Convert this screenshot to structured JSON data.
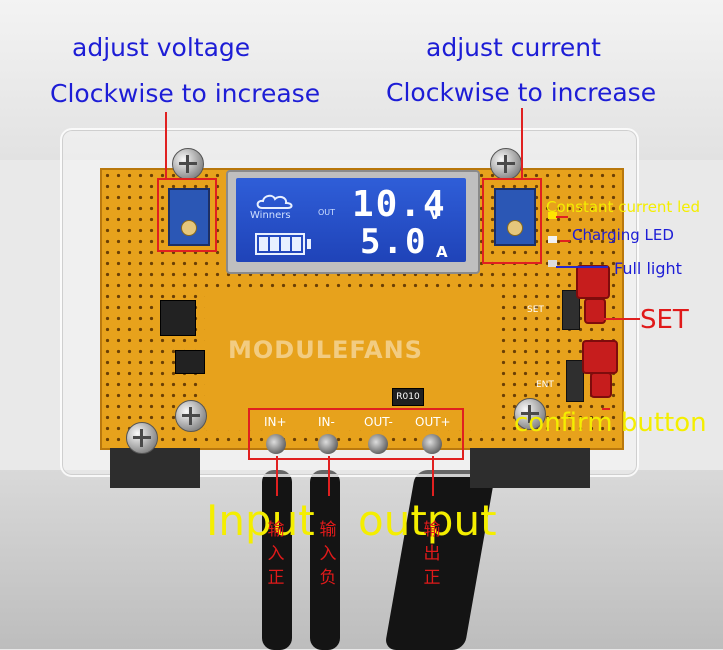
{
  "annotations": {
    "adjust_voltage_line1": "adjust voltage",
    "adjust_voltage_line2": "Clockwise to increase",
    "adjust_current_line1": "adjust current",
    "adjust_current_line2": "Clockwise to increase",
    "constant_current_led": "Constant current led",
    "charging_led": "Charging LED",
    "full_light": "Full light",
    "set": "SET",
    "confirm_button": "confirm button",
    "input": "Input",
    "output": "output",
    "in_positive_cn": [
      "输",
      "入",
      "正"
    ],
    "in_negative_cn": [
      "输",
      "入",
      "负"
    ],
    "out_positive_cn": [
      "输",
      "出",
      "正"
    ]
  },
  "lcd": {
    "brand": "Winners",
    "out_label": "OUT",
    "voltage_value": "10.4",
    "voltage_unit": "V",
    "current_value": "5.0",
    "current_unit": "A"
  },
  "board": {
    "terminals": [
      "IN+",
      "IN-",
      "OUT-",
      "OUT+"
    ],
    "resistor_label": "R010",
    "set_silk": "SET",
    "ent_silk": "ENT"
  },
  "watermark": "MODULEFANS",
  "colors": {
    "annotation_blue": "#1d1dd6",
    "annotation_yellow": "#f4ee00",
    "annotation_red": "#e01a1a",
    "lcd_blue": "#2f5ed8",
    "pcb_gold": "#e7a21c"
  }
}
